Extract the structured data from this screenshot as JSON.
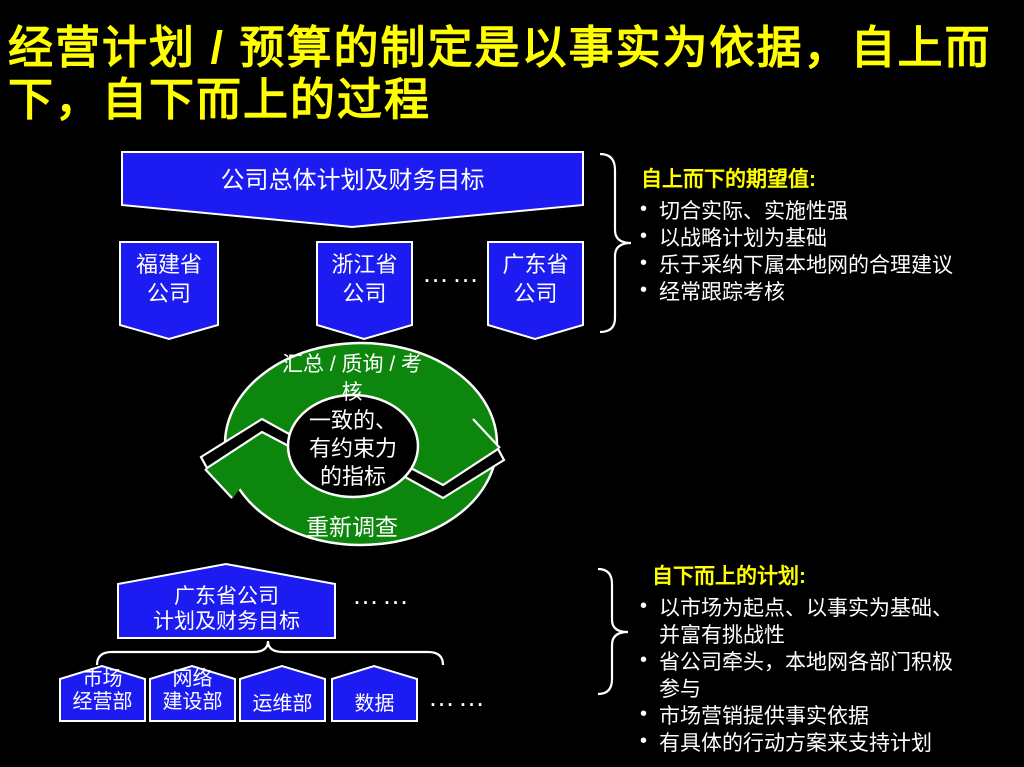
{
  "slide": {
    "title": "经营计划 / 预算的制定是以事实为依据，自上而\n下，自下而上的过程",
    "colors": {
      "background": "#000000",
      "title_yellow": "#ffff00",
      "shape_blue": "#1b1bf2",
      "ring_green": "#0d860d",
      "outline_white": "#ffffff",
      "hole_black": "#000000"
    }
  },
  "top_flow": {
    "main_banner": "公司总体计划及财务目标",
    "branches": [
      "福建省\n公司",
      "浙江省\n公司",
      "广东省\n公司"
    ],
    "ellipsis": "……"
  },
  "cycle": {
    "top_label": "汇总 / 质询 / 考\n核",
    "center_label": "一致的、\n有约束力\n的指标",
    "bottom_label": "重新调查"
  },
  "bottom_flow": {
    "main_pentagon": "广东省公司\n计划及财务目标",
    "ellipsis_top": "……",
    "departments": [
      "市场\n经营部",
      "网络\n建设部",
      "运维部",
      "数据"
    ],
    "ellipsis_right": "……"
  },
  "top_right": {
    "heading": "自上而下的期望值:",
    "bullets": [
      "切合实际、实施性强",
      "以战略计划为基础",
      "乐于采纳下属本地网的合理建议",
      "经常跟踪考核"
    ]
  },
  "bottom_right": {
    "heading": "自下而上的计划:",
    "bullets": [
      "以市场为起点、以事实为基础、\n并富有挑战性",
      "省公司牵头，本地网各部门积极\n参与",
      "市场营销提供事实依据",
      "有具体的行动方案来支持计划"
    ]
  }
}
